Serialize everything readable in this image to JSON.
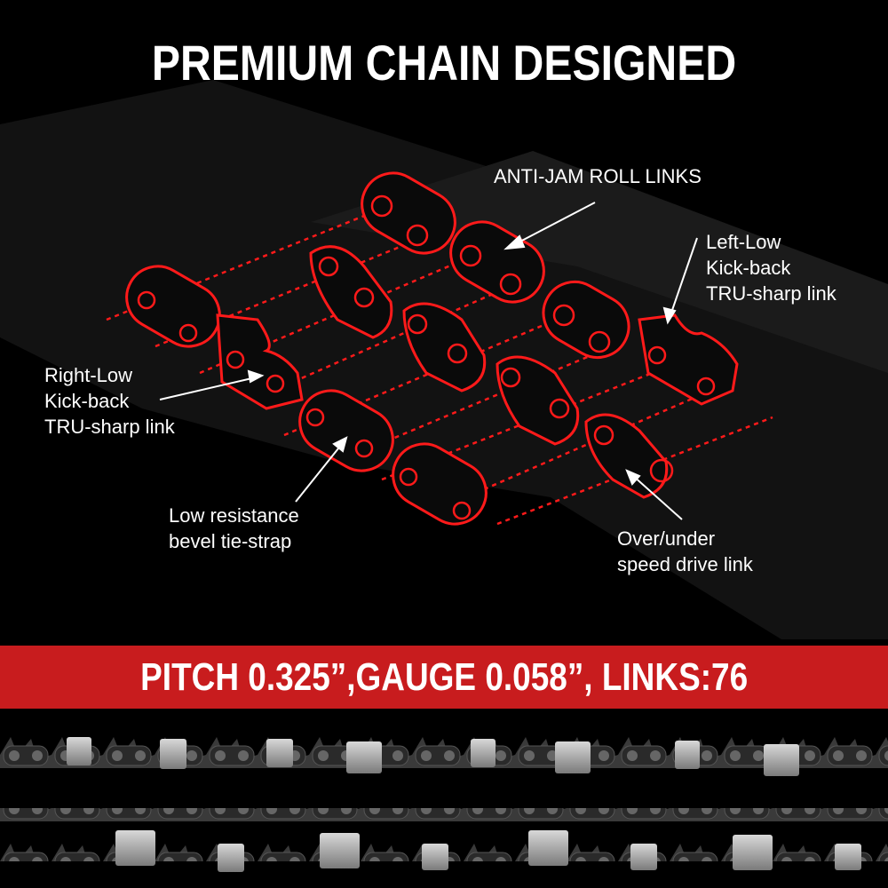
{
  "header": {
    "title": "PREMIUM CHAIN DESIGNED"
  },
  "callouts": [
    {
      "id": "anti-jam",
      "text": "ANTI-JAM ROLL LINKS"
    },
    {
      "id": "left-low",
      "text": "Left-Low\nKick-back\nTRU-sharp link"
    },
    {
      "id": "right-low",
      "text": "Right-Low\nKick-back\nTRU-sharp link"
    },
    {
      "id": "tie-strap",
      "text": "Low resistance\nbevel tie-strap"
    },
    {
      "id": "drive-link",
      "text": "Over/under\nspeed drive link"
    }
  ],
  "specs": {
    "banner_text": "PITCH 0.325”,GAUGE 0.058”, LINKS:76",
    "pitch": "0.325”",
    "gauge": "0.058”",
    "links": "76"
  },
  "colors": {
    "accent_red": "#c81c1e",
    "outline_red": "#ff1a1a",
    "background": "#000000"
  }
}
